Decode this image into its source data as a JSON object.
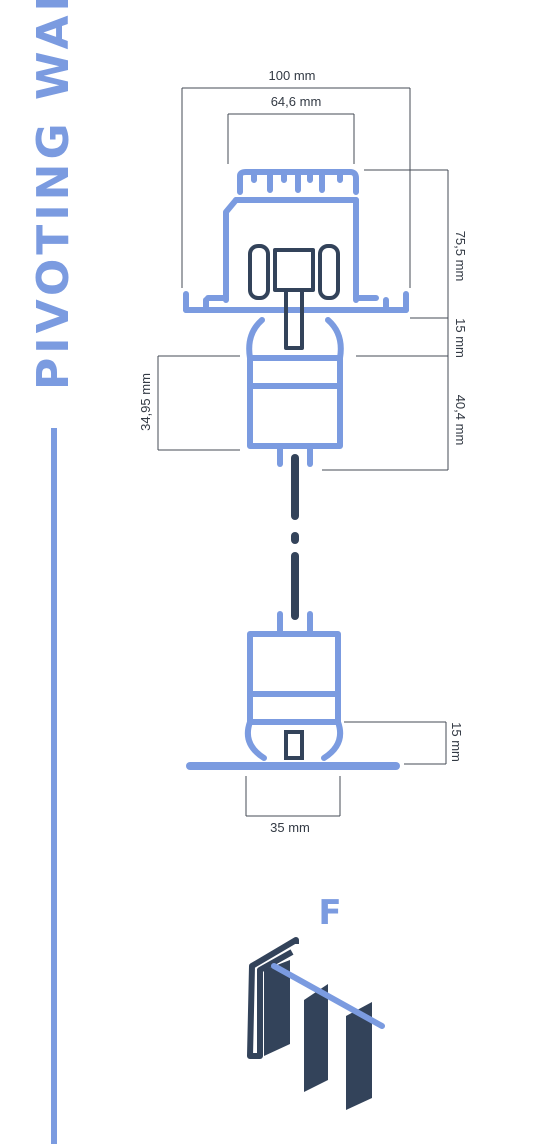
{
  "title": "PIVOTING WALL",
  "section_letter": "F",
  "dimensions": {
    "top_outer_width": "100 mm",
    "top_inner_width": "64,6 mm",
    "top_profile_height": "75,5 mm",
    "top_gap": "15 mm",
    "top_panel_height": "40,4 mm",
    "left_panel_height": "34,95 mm",
    "bottom_gap": "15 mm",
    "bottom_width": "35 mm"
  },
  "colors": {
    "profile": "#7b9be0",
    "dark": "#33435a",
    "dim_line": "#444b55"
  }
}
